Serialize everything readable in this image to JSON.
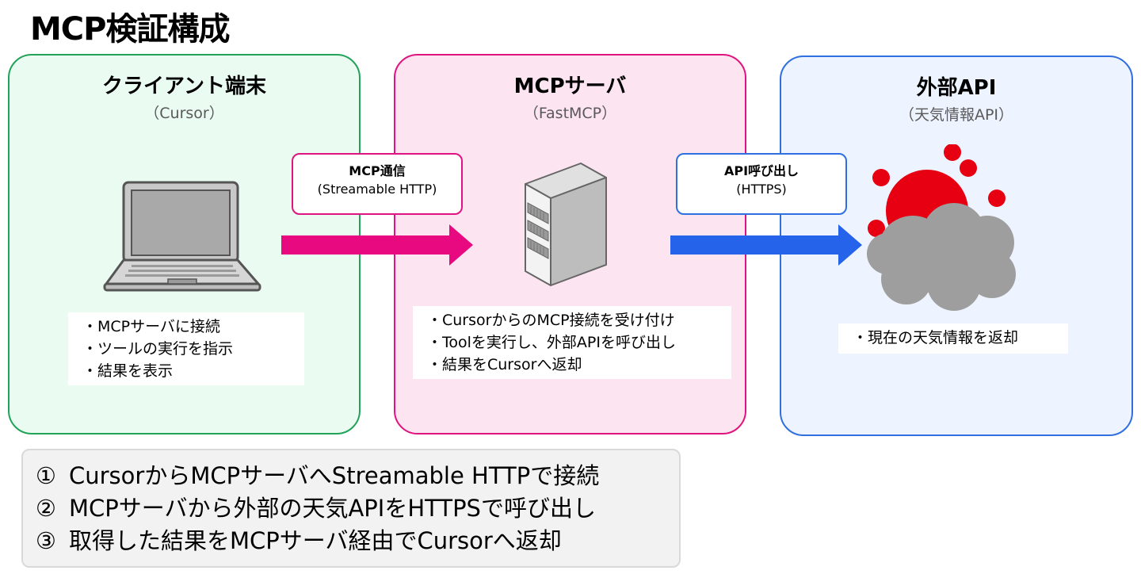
{
  "title": "MCP検証構成",
  "colors": {
    "client_border": "#22a35a",
    "client_fill": "#eafbf1",
    "server_border": "#e0147f",
    "server_fill": "#fde4f1",
    "api_border": "#2f6fe0",
    "api_fill": "#eef4ff",
    "arrow_mcp": "#e8087f",
    "arrow_api": "#2563eb",
    "sun_red": "#e60012",
    "cloud_gray": "#9e9e9e"
  },
  "panels": {
    "client": {
      "title": "クライアント端末",
      "subtitle": "（Cursor）",
      "icon": "laptop-icon",
      "notes": [
        "・MCPサーバに接続",
        "・ツールの実行を指示",
        "・結果を表示"
      ]
    },
    "server": {
      "title": "MCPサーバ",
      "subtitle": "（FastMCP）",
      "icon": "server-icon",
      "notes": [
        "・CursorからのMCP接続を受け付け",
        "・Toolを実行し、外部APIを呼び出し",
        "・結果をCursorへ返却"
      ]
    },
    "api": {
      "title": "外部API",
      "subtitle": "（天気情報API）",
      "icon": "sun-cloud-icon",
      "notes": [
        "・現在の天気情報を返却"
      ]
    }
  },
  "connections": {
    "mcp": {
      "title": "MCP通信",
      "protocol": "(Streamable HTTP)"
    },
    "api": {
      "title": "API呼び出し",
      "protocol": "(HTTPS)"
    }
  },
  "steps": [
    {
      "num": "①",
      "text": "CursorからMCPサーバへStreamable HTTPで接続"
    },
    {
      "num": "②",
      "text": "MCPサーバから外部の天気APIをHTTPSで呼び出し"
    },
    {
      "num": "③",
      "text": "取得した結果をMCPサーバ経由でCursorへ返却"
    }
  ]
}
